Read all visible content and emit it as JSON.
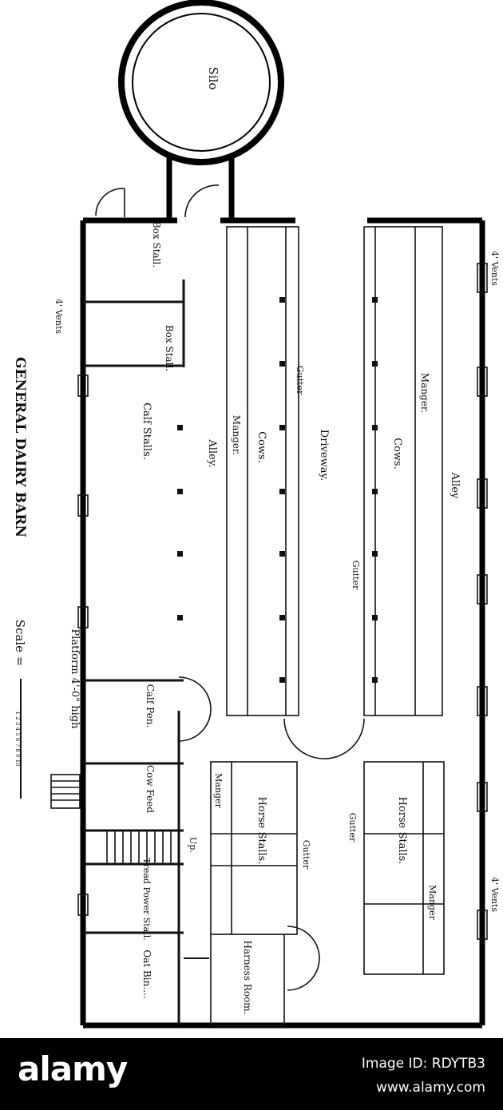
{
  "plan": {
    "title": "GENERAL DAIRY BARN",
    "scale_label": "Scale =",
    "scale_ticks": "1 2 3 4 5 6 7 8 9 10",
    "rooms": {
      "silo": "Silo",
      "box_stall_1": "Box Stall.",
      "box_stall_2": "Box Stall.",
      "calf_stalls": "Calf Stalls.",
      "alley_left": "Alley.",
      "manger_left": "Manger.",
      "cows_left": "Cows.",
      "gutter_left": "Gutter",
      "driveway": "Driveway.",
      "manger_right": "Manger.",
      "cows_right": "Cows.",
      "gutter_right": "Gutter",
      "alley_right": "Alley",
      "calf_pen": "Calf Pen.",
      "cow_feed": "Cow Feed",
      "up": "Up.",
      "tread_power_stall": "Tread Power Stall.",
      "oat_bin": "Oat Bin....",
      "manger_horse_left": "Manger",
      "horse_stalls_left": "Horse Stalls.",
      "gutter_horse_left": "Gutter",
      "harness_room": "Harness Room.",
      "gutter_horse_right": "Gutter",
      "horse_stalls_right": "Horse Stalls.",
      "manger_horse_right": "Manger"
    },
    "notes": {
      "vents_top_left": "4' Vents",
      "vents_top_right": "4' Vents",
      "vents_bottom_right": "4' Vents",
      "platform": "Platform 4'-0\" high"
    }
  },
  "footer": {
    "logo": "alamy",
    "image_id": "Image ID: RDYTB3",
    "site": "www.alamy.com"
  }
}
